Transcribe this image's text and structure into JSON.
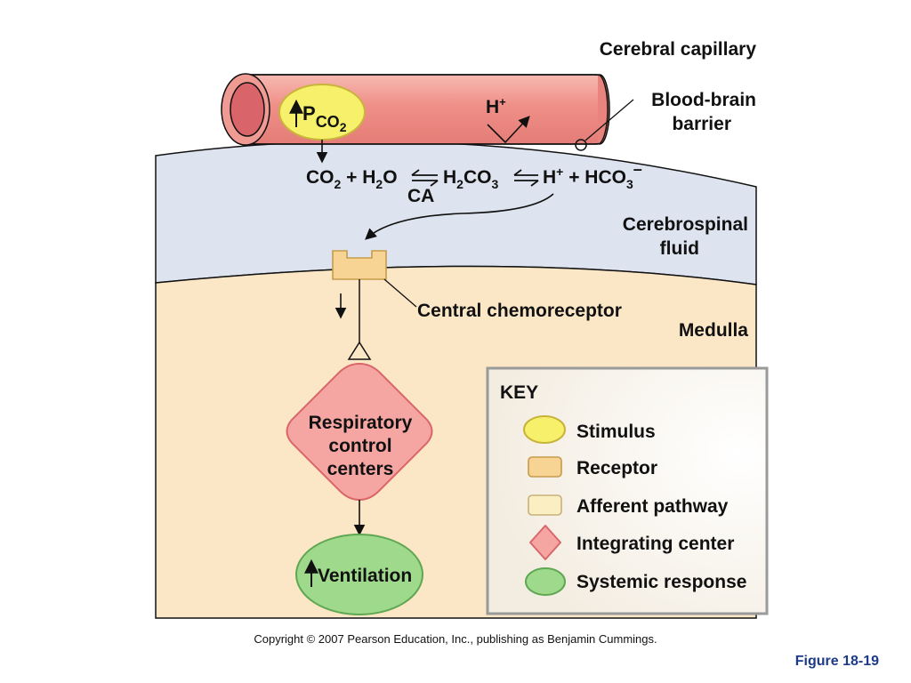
{
  "labels": {
    "cerebral_capillary": "Cerebral capillary",
    "blood_brain_barrier_line1": "Blood-brain",
    "blood_brain_barrier_line2": "barrier",
    "csf_line1": "Cerebrospinal",
    "csf_line2": "fluid",
    "central_chemoreceptor": "Central chemoreceptor",
    "medulla": "Medulla",
    "stimulus_p": "P",
    "stimulus_co2": "CO",
    "stimulus_sub": "2",
    "h_plus_base": "H",
    "h_plus_sup": "+",
    "respiratory_line1": "Respiratory",
    "respiratory_line2": "control",
    "respiratory_line3": "centers",
    "ventilation": "Ventilation"
  },
  "equation": {
    "co2": "CO",
    "co2_sub": "2",
    "plus1": " + H",
    "h2o_sub": "2",
    "h2o_o": "O",
    "h2co3_h": "H",
    "h2co3_sub1": "2",
    "h2co3_co": "CO",
    "h2co3_sub2": "3",
    "h": "H",
    "h_sup": "+",
    "plus2": " + HCO",
    "hco3_sub": "3",
    "hco3_sup": "–",
    "catalyst": "CA"
  },
  "key": {
    "title": "KEY",
    "items": [
      {
        "label": "Stimulus"
      },
      {
        "label": "Receptor"
      },
      {
        "label": "Afferent pathway"
      },
      {
        "label": "Integrating center"
      },
      {
        "label": "Systemic response"
      }
    ]
  },
  "colors": {
    "stimulus": "#f6f06a",
    "receptor": "#f8d494",
    "afferent": "#fbeec2",
    "integrating": "#f6a6a2",
    "systemic": "#9fd98c",
    "capillary": "#f19a92",
    "csf": "#dde3ef",
    "medulla": "#fbe7c6"
  },
  "footer": {
    "copyright": "Copyright © 2007 Pearson Education, Inc., publishing as Benjamin Cummings.",
    "figure": "Figure 18-19"
  }
}
